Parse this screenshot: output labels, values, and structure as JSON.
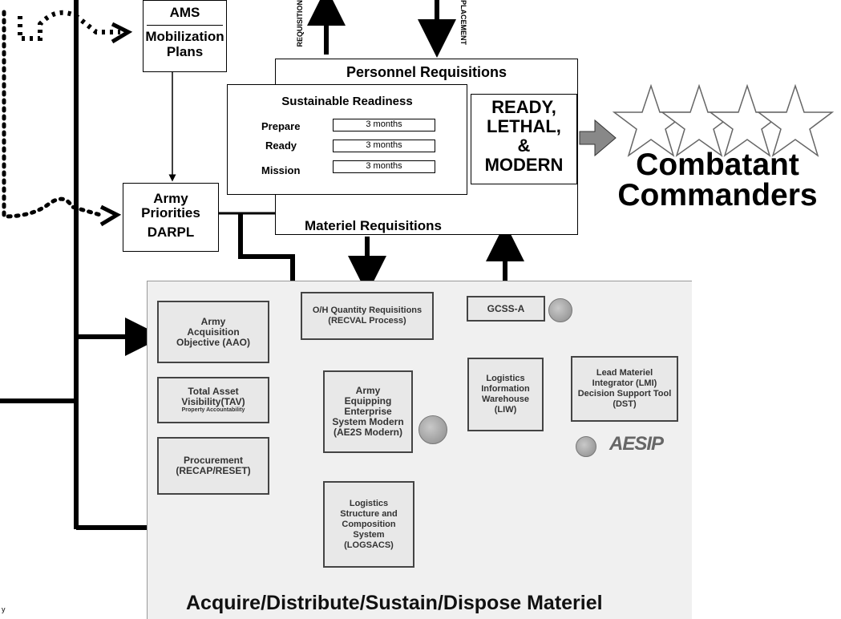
{
  "top": {
    "requisition_label": "REQUISITION",
    "placement_label": "PLACEMENT"
  },
  "ams": {
    "title": "AMS",
    "subtitle": "Mobilization Plans"
  },
  "army_priorities": {
    "line1": "Army",
    "line2": "Priorities",
    "line3": "DARPL"
  },
  "requisitions_box": {
    "personnel": "Personnel Requisitions",
    "materiel": "Materiel Requisitions",
    "sustainable_readiness": {
      "title": "Sustainable Readiness",
      "rows": [
        {
          "label": "Prepare",
          "value": "3 months"
        },
        {
          "label": "Ready",
          "value": "3 months"
        },
        {
          "label": "Mission",
          "value": "3 months"
        }
      ]
    },
    "ready_box": {
      "line1": "READY,",
      "line2": "LETHAL,",
      "line3": "&",
      "line4": "MODERN"
    }
  },
  "combatant": {
    "line1": "Combatant",
    "line2": "Commanders",
    "stars": 4
  },
  "materiel_panel": {
    "aao": "Army Acquisition Objective (AAO)",
    "tav_title": "Total Asset Visibility(TAV)",
    "tav_sub": "Property Accountability",
    "procurement": "Procurement (RECAP/RESET)",
    "oh_quantity": "O/H Quantity Requisitions (RECVAL Process)",
    "ae2s": "Army Equipping Enterprise System Modern (AE2S Modern)",
    "gcss": "GCSS-A",
    "liw": "Logistics Information Warehouse (LIW)",
    "lmi": "Lead Materiel Integrator (LMI) Decision Support Tool (DST)",
    "logsacs": "Logistics Structure and Composition System (LOGSACS)",
    "aesip": "AESIP",
    "footer": "Acquire/Distribute/Sustain/Dispose Materiel"
  },
  "corner_text": "y"
}
